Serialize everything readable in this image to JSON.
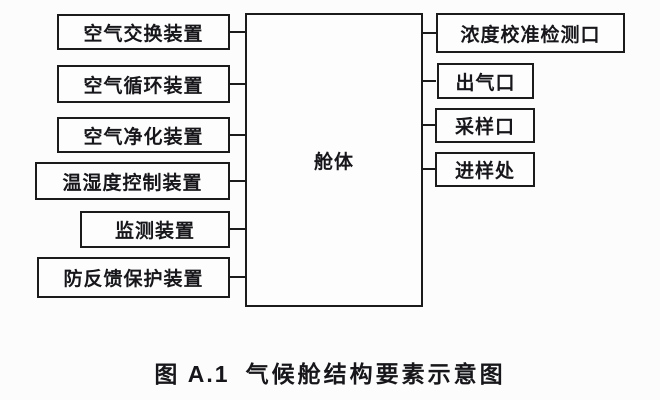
{
  "diagram": {
    "center_box": {
      "label": "舱体"
    },
    "left_boxes": [
      {
        "label": "空气交换装置"
      },
      {
        "label": "空气循环装置"
      },
      {
        "label": "空气净化装置"
      },
      {
        "label": "温湿度控制装置"
      },
      {
        "label": "监测装置"
      },
      {
        "label": "防反馈保护装置"
      }
    ],
    "right_boxes": [
      {
        "label": "浓度校准检测口"
      },
      {
        "label": "出气口"
      },
      {
        "label": "采样口"
      },
      {
        "label": "进样处"
      }
    ]
  },
  "caption": {
    "figure_number": "图 A.1",
    "title": "气候舱结构要素示意图"
  },
  "colors": {
    "background": "#fcfcfc",
    "box_fill": "#fdfdfd",
    "line": "#1b1b1b",
    "text": "#17171b"
  }
}
